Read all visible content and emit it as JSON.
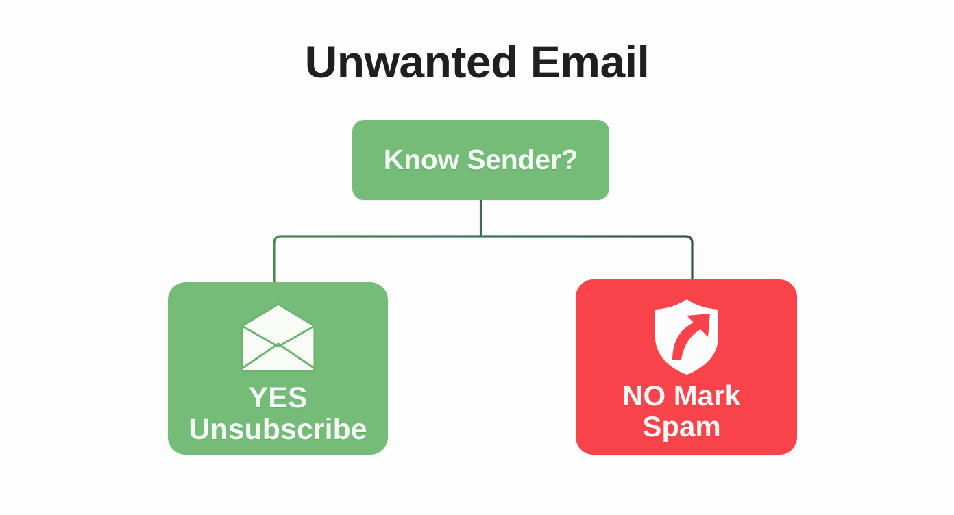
{
  "title": "Unwanted Email",
  "colors": {
    "background": "#fdfdfd",
    "title_text": "#1f1f1f",
    "green_node": "#74bc78",
    "red_node": "#f9434a",
    "node_text": "#f4fbf4",
    "connector_green": "#4a8a52",
    "connector_slate": "#3c5c52",
    "icon_white": "#f8fbf6"
  },
  "decision": {
    "label": "Know Sender?",
    "shape": "rounded-rectangle",
    "fill": "#74bc78"
  },
  "branches": [
    {
      "id": "yes",
      "icon": "open-envelope-icon",
      "label_line1": "YES",
      "label_line2": "Unsubscribe",
      "fill": "#74bc78",
      "edge_label": ""
    },
    {
      "id": "no",
      "icon": "shield-arrow-icon",
      "label_line1": "NO Mark",
      "label_line2": "Spam",
      "fill": "#f9434a",
      "edge_label": ""
    }
  ],
  "connector": {
    "style": "orthogonal-tree",
    "corner_radius": 10,
    "stroke_width": 3
  }
}
